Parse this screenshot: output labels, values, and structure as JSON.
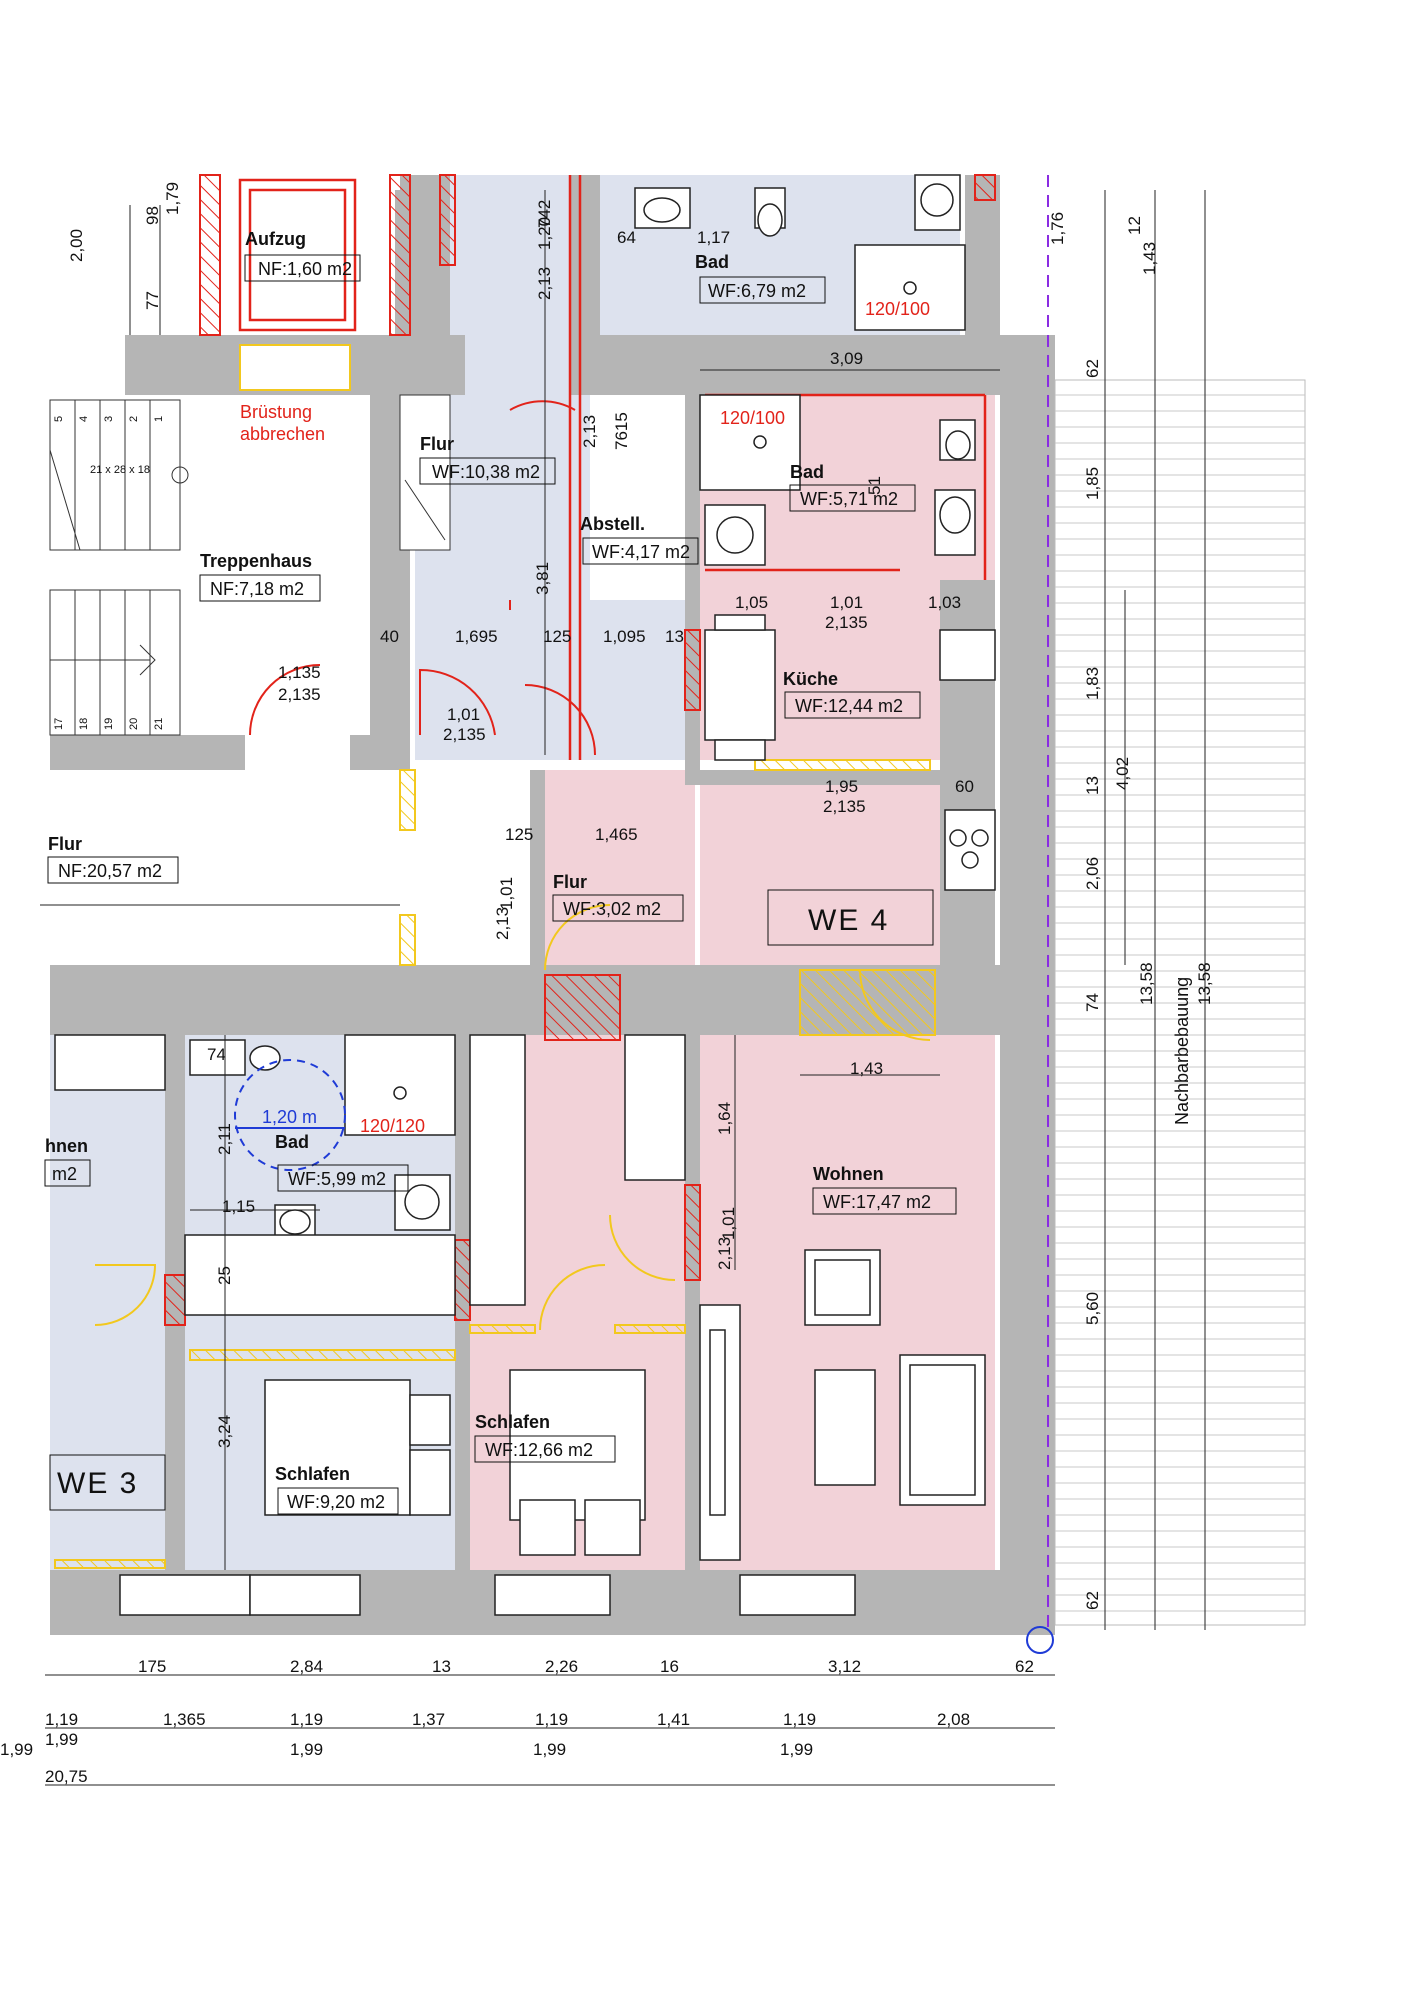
{
  "rooms": {
    "aufzug": {
      "name": "Aufzug",
      "area": "NF:1,60 m2"
    },
    "bad_top": {
      "name": "Bad",
      "area": "WF:6,79 m2",
      "shower": "120/100"
    },
    "bruestung": {
      "line1": "Brüstung",
      "line2": "abbrechen"
    },
    "flur_top": {
      "name": "Flur",
      "area": "WF:10,38 m2"
    },
    "treppenhaus": {
      "name": "Treppenhaus",
      "area": "NF:7,18 m2",
      "stairs": "21 x 28 x 18"
    },
    "bad_we4": {
      "name": "Bad",
      "area": "WF:5,71 m2",
      "shower": "120/100"
    },
    "abstell": {
      "name": "Abstell.",
      "area": "WF:4,17 m2"
    },
    "kueche": {
      "name": "Küche",
      "area": "WF:12,44 m2"
    },
    "flur_left": {
      "name": "Flur",
      "area": "NF:20,57 m2"
    },
    "flur_we4": {
      "name": "Flur",
      "area": "WF:3,02 m2"
    },
    "we4": {
      "name": "WE 4"
    },
    "wohnen_we3": {
      "name": "hnen",
      "area": "m2"
    },
    "bad_we3": {
      "name": "Bad",
      "area": "WF:5,99 m2",
      "shower": "120/120",
      "circle": "1,20 m"
    },
    "wohnen_we4": {
      "name": "Wohnen",
      "area": "WF:17,47 m2"
    },
    "schlafen_mid": {
      "name": "Schlafen",
      "area": "WF:12,66 m2"
    },
    "schlafen_we3": {
      "name": "Schlafen",
      "area": "WF:9,20 m2"
    },
    "we3": {
      "name": "WE 3"
    },
    "nachbar": {
      "name": "Nachbarbebauung"
    }
  },
  "dimensions": {
    "top": [
      "2,00",
      "98",
      "1,79",
      "77",
      "64",
      "1,17",
      "2,13",
      "1,20",
      "742",
      "1,76",
      "12",
      "1,43"
    ],
    "mid": [
      "3,09",
      "2,13",
      "7615",
      "1,85",
      "51",
      "62",
      "3,81",
      "40",
      "1,695",
      "125",
      "1,095",
      "13",
      "1,05",
      "1,01",
      "1,03",
      "2,135",
      "1,135",
      "2,135",
      "1,01",
      "2,135",
      "1,83",
      "13",
      "4,02",
      "1,95",
      "2,135",
      "60",
      "125",
      "1,465",
      "2,13",
      "1,01",
      "2,06",
      "13,58",
      "13,58",
      "74"
    ],
    "we3": [
      "74",
      "2,11",
      "1,15",
      "25",
      "3,24",
      "1,43",
      "1,64",
      "2,13",
      "1,01",
      "5,60",
      "62"
    ],
    "bottom_row1": [
      "175",
      "2,84",
      "13",
      "2,26",
      "16",
      "3,12",
      "62"
    ],
    "bottom_row2": [
      "1,19",
      "1,365",
      "1,19",
      "1,37",
      "1,19",
      "1,41",
      "1,19",
      "2,08"
    ],
    "bottom_row3": [
      "1,99",
      "1,99",
      "1,99",
      "1,99"
    ],
    "total": "20,75",
    "stair_numbers_top": [
      "5",
      "4",
      "3",
      "2",
      "1"
    ],
    "stair_numbers_bottom": [
      "17",
      "18",
      "19",
      "20",
      "21"
    ],
    "superscript_5": "5"
  },
  "colors": {
    "wall": "#b5b5b5",
    "pink": "#f2d2d8",
    "blue": "#dde2ee",
    "red": "#e2231a",
    "yellow": "#f2c81e",
    "dash_purple": "#8a2be2"
  }
}
